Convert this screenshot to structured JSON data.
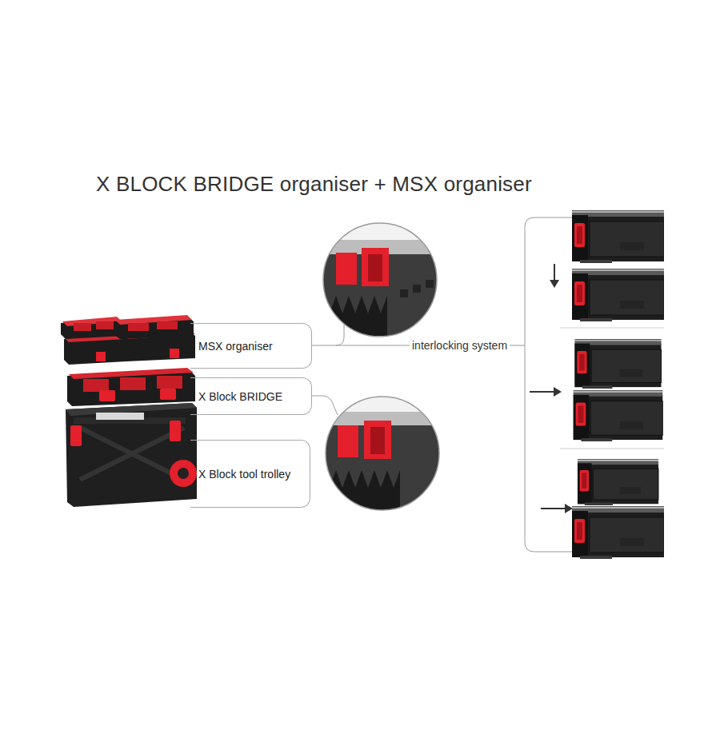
{
  "diagram": {
    "title": "X BLOCK BRIDGE organiser + MSX organiser",
    "nodes": [
      {
        "text": [
          "MSX organiser"
        ]
      },
      {
        "text": [
          "X Block BRIDGE"
        ]
      },
      {
        "text": [
          "X Block tool trolley"
        ]
      }
    ],
    "labels": [
      "interlocking system"
    ]
  }
}
